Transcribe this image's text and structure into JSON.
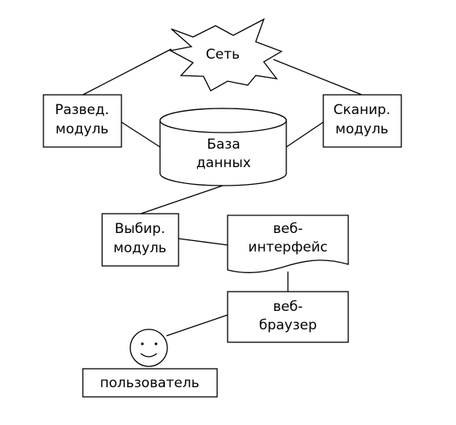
{
  "nodes": {
    "network": {
      "label": "Сеть"
    },
    "recon_module": {
      "line1": "Развед.",
      "line2": "модуль"
    },
    "scan_module": {
      "line1": "Сканир.",
      "line2": "модуль"
    },
    "database": {
      "line1": "База",
      "line2": "данных"
    },
    "select_module": {
      "line1": "Выбир.",
      "line2": "модуль"
    },
    "web_interface": {
      "line1": "веб-",
      "line2": "интерфейс"
    },
    "web_browser": {
      "line1": "веб-",
      "line2": "браузер"
    },
    "user": {
      "label": "пользователь",
      "icon": "smiley-face-icon"
    }
  },
  "colors": {
    "stroke": "#000000",
    "fill": "#ffffff",
    "text": "#000000"
  }
}
